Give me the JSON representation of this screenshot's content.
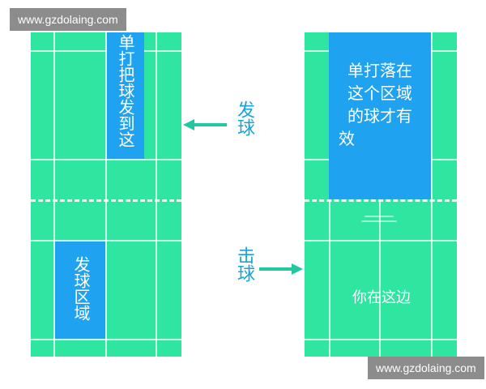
{
  "watermark_top": "www.gzdolaing.com",
  "watermark_bottom": "www.gzdolaing.com",
  "left_court": {
    "top_zone_label": "单打把球发到这",
    "bottom_zone_label": "发球区域"
  },
  "right_court": {
    "top_zone_label_line1": "单打落在",
    "top_zone_label_line2": "这个区域",
    "top_zone_label_line3": "的球才有",
    "top_zone_label_line4": "效",
    "bottom_label": "你在这边"
  },
  "serve_label": "发球",
  "hit_label": "击球",
  "colors": {
    "court": "#2ee6a0",
    "zone": "#1fa2f0",
    "label": "#1aa3d6",
    "arrow": "#22c9a0"
  }
}
